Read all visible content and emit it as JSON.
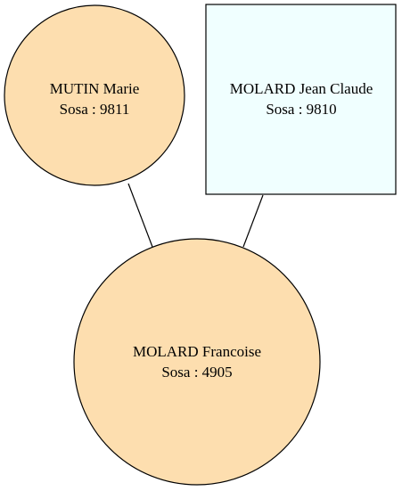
{
  "colors": {
    "female_fill": "#fddeaf",
    "male_fill": "#f0ffff",
    "stroke": "#000000",
    "background": "#ffffff"
  },
  "nodes": {
    "mother": {
      "name": "MUTIN Marie",
      "sosa": "Sosa : 9811",
      "shape": "circle"
    },
    "father": {
      "name": "MOLARD Jean Claude",
      "sosa": "Sosa : 9810",
      "shape": "box"
    },
    "child": {
      "name": "MOLARD Francoise",
      "sosa": "Sosa : 4905",
      "shape": "circle"
    }
  }
}
